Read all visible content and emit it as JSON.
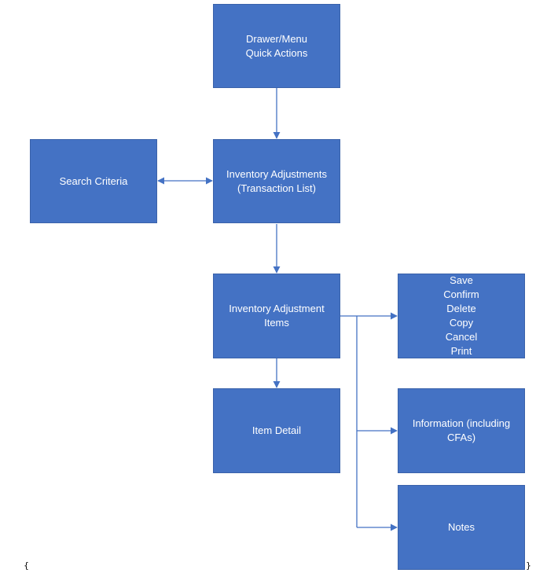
{
  "nodes": {
    "drawer": {
      "lines": [
        "Drawer/Menu",
        "Quick Actions"
      ]
    },
    "search": {
      "lines": [
        "Search Criteria"
      ]
    },
    "inventory": {
      "lines": [
        "Inventory Adjustments",
        "(Transaction List)"
      ]
    },
    "items": {
      "lines": [
        "Inventory Adjustment",
        "Items"
      ]
    },
    "actions": {
      "lines": [
        "Save",
        "Confirm",
        "Delete",
        "Copy",
        "Cancel",
        "Print"
      ]
    },
    "detail": {
      "lines": [
        "Item Detail"
      ]
    },
    "information": {
      "lines": [
        "Information (including",
        "CFAs)"
      ]
    },
    "notes": {
      "lines": [
        "Notes"
      ]
    }
  },
  "marks": {
    "left": "{",
    "right": "}"
  },
  "colors": {
    "box_fill": "#4472C4",
    "box_border": "#3A62AA",
    "connector": "#4472C4",
    "text": "#ffffff"
  }
}
